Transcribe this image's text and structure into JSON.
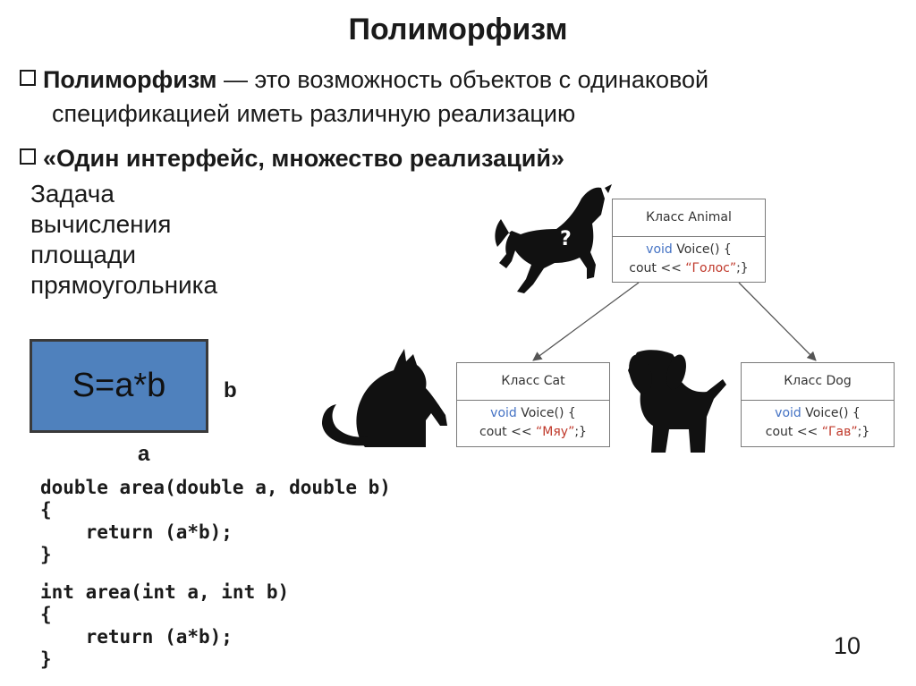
{
  "title": "Полиморфизм",
  "bullets": [
    {
      "bold": "Полиморфизм",
      "text": " — это возможность объектов с одинаковой",
      "continuation": "спецификацией иметь различную реализацию"
    },
    {
      "text": "«Один интерфейс, множество реализаций»"
    }
  ],
  "task": {
    "lines": [
      "Задача",
      "вычисления",
      "площади",
      "прямоугольника"
    ]
  },
  "rectangle": {
    "formula": "S=a*b",
    "label_b": "b",
    "label_a": "a",
    "fill_color": "#4f81bd"
  },
  "code_blocks": [
    {
      "lines": [
        "double area(double a, double b)",
        "{",
        "    return (a*b);",
        "}"
      ]
    },
    {
      "lines": [
        "int area(int a, int b)",
        "{",
        "    return (a*b);",
        "}"
      ]
    }
  ],
  "uml": {
    "animal": {
      "header": "Класс Animal",
      "keyword": "void",
      "method": " Voice() {",
      "cout": "cout << ",
      "string": "“Голос”",
      "end": ";}"
    },
    "cat": {
      "header": "Класс Cat",
      "keyword": "void",
      "method": " Voice() {",
      "cout": "cout << ",
      "string": "“Мяу”",
      "end": ";}"
    },
    "dog": {
      "header": "Класс  Dog",
      "keyword": "void",
      "method": " Voice() {",
      "cout": "cout << ",
      "string": "“Гав”",
      "end": ";}"
    }
  },
  "silhouettes": {
    "horse_icon": "horse-silhouette",
    "question_mark": "?",
    "cat_icon": "cat-silhouette",
    "dog_icon": "dog-silhouette"
  },
  "page_number": "10",
  "colors": {
    "keyword": "#4472c4",
    "string": "#c0392b",
    "rect": "#4f81bd"
  }
}
